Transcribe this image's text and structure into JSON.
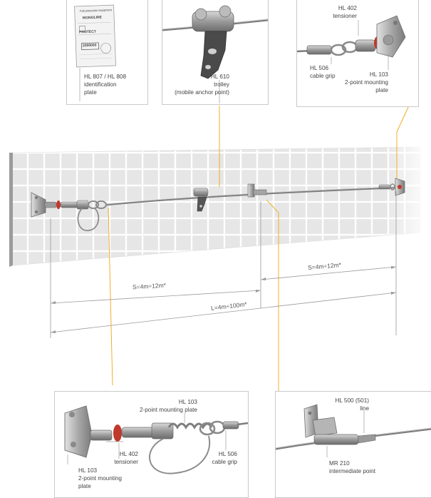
{
  "callouts": {
    "id_plate": {
      "code": "HL 807 / HL 808",
      "line1": "identification",
      "line2": "plate"
    },
    "trolley": {
      "code": "HL 610",
      "line1": "trolley",
      "line2": "(mobile anchor point)"
    },
    "tensioner_top": {
      "code": "HL 402",
      "line1": "tensioner"
    },
    "cable_grip_top": {
      "code": "HL 506",
      "line1": "cable grip"
    },
    "mount_top": {
      "code": "HL 103",
      "line1": "2-point mounting",
      "line2": "plate"
    },
    "mount_bl_a": {
      "code": "HL 103",
      "line1": "2-point mounting plate"
    },
    "tensioner_bl": {
      "code": "HL 402",
      "line1": "tensioner"
    },
    "mount_bl_b": {
      "code": "HL 103",
      "line1": "2-point mounting",
      "line2": "plate"
    },
    "cable_grip_bl": {
      "code": "HL 506",
      "line1": "cable grip"
    },
    "line": {
      "code": "HL 500 (501)",
      "line1": "line"
    },
    "intermediate": {
      "code": "MR 210",
      "line1": "intermediate point"
    }
  },
  "plate_text": {
    "header": "Fall protection equipment",
    "brand": "MONOLINE",
    "maker": "PROTECT",
    "serial": "2000000"
  },
  "dimensions": {
    "span_left": "S=4m÷12m*",
    "span_right": "S=4m÷12m*",
    "total": "L=4m÷100m*"
  },
  "colors": {
    "leader": "#f2a516",
    "wall_tile": "#e7e7e7",
    "wall_grout": "#ffffff",
    "red_ring": "#c0392b"
  }
}
